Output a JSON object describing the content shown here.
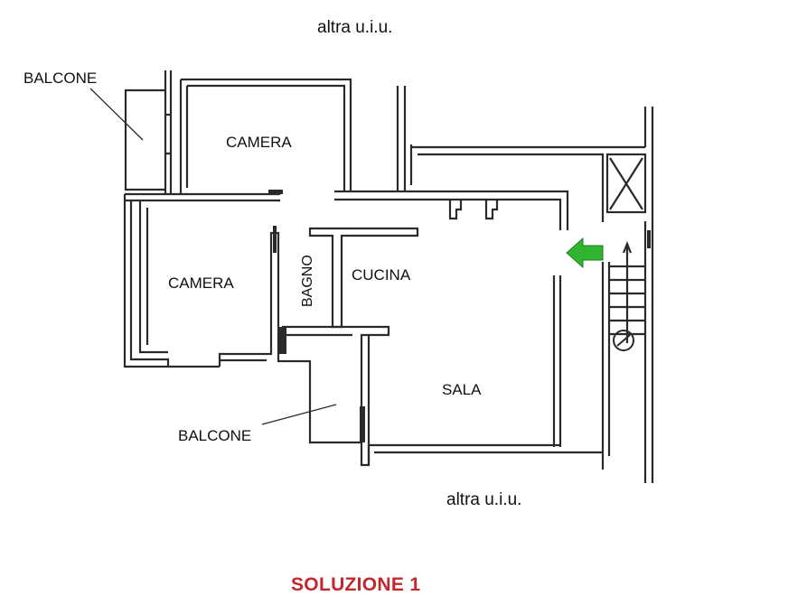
{
  "labels": {
    "top_neighbor": "altra u.i.u.",
    "bottom_neighbor": "altra u.i.u.",
    "balcony_top": "BALCONE",
    "balcony_bottom": "BALCONE",
    "bedroom_top": "CAMERA",
    "bedroom_left": "CAMERA",
    "bathroom": "BAGNO",
    "kitchen": "CUCINA",
    "living": "SALA"
  },
  "footer": {
    "title": "SOLUZIONE 1",
    "title_color": "#c0282d"
  },
  "colors": {
    "walls": "#2a2a2a",
    "entrance_arrow": "#2fb52f"
  },
  "icons": {
    "entrance": "entrance-arrow-icon"
  }
}
